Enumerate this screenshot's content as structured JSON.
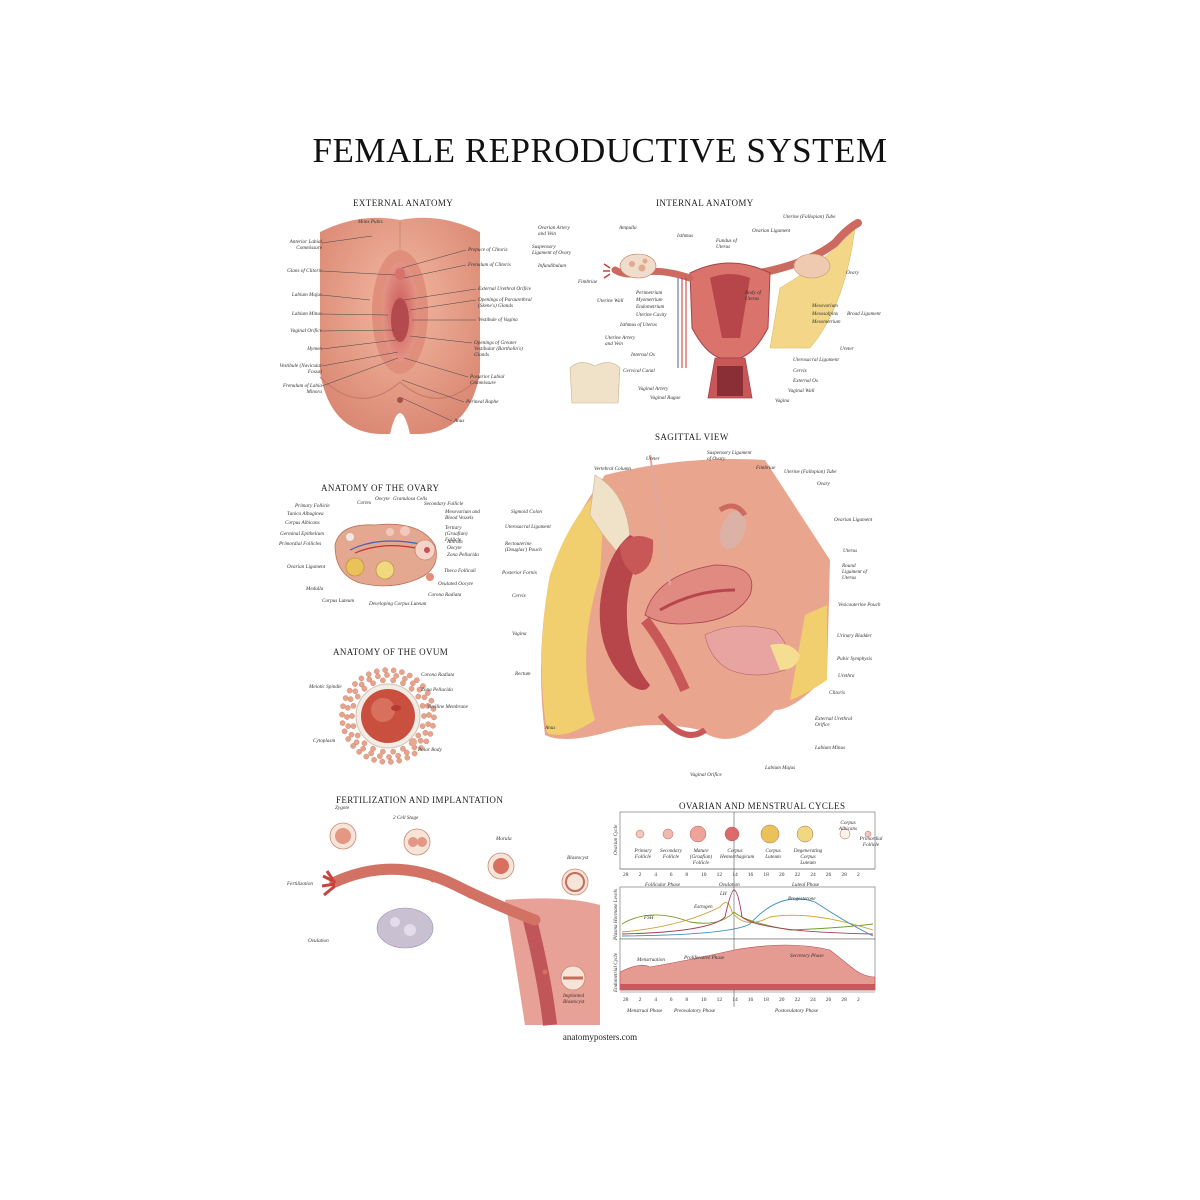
{
  "title": "FEMALE REPRODUCTIVE SYSTEM",
  "footer": "anatomyposters.com",
  "sections": {
    "external": "EXTERNAL ANATOMY",
    "internal": "INTERNAL ANATOMY",
    "sagittal": "SAGITTAL VIEW",
    "ovary": "ANATOMY OF THE OVARY",
    "ovum": "ANATOMY OF THE OVUM",
    "fertilization": "FERTILIZATION AND IMPLANTATION",
    "cycles": "OVARIAN AND MENSTRUAL CYCLES"
  },
  "external_labels": {
    "left": [
      "Anterior Labial Commissure",
      "Glans of Clitoris",
      "Labium Majus",
      "Labium Minus",
      "Vaginal Orifice",
      "Hymen",
      "Vestibule (Navicular Fossa)",
      "Frenulum of Labia Minora"
    ],
    "right": [
      "Prepuce of Clitoris",
      "Frenulum of Clitoris",
      "External Urethral Orifice",
      "Openings of Paraurethral (Skene's) Glands",
      "Vestibule of Vagina",
      "Openings of Greater Vestibular (Bartholin's) Glands",
      "Posterior Labial Commissure",
      "Perineal Raphe",
      "Anus"
    ],
    "top": "Mons Pubis"
  },
  "internal_labels": {
    "left": [
      "Ovarian Artery and Vein",
      "Suspensory Ligament of Ovary",
      "Infundibulum",
      "Fimbriae",
      "Uterine Wall",
      "Isthmus of Uterus",
      "Uterine Artery and Vein",
      "Internal Os",
      "Cervical Canal",
      "Vaginal Artery",
      "Vaginal Rugae"
    ],
    "top": [
      "Ampulla",
      "Isthmus",
      "Fundus of Uterus",
      "Ovarian Ligament",
      "Uterine (Fallopian) Tube"
    ],
    "wall": [
      "Perimetrium",
      "Myometrium",
      "Endometrium",
      "Uterine Cavity"
    ],
    "body": "Body of Uterus",
    "right": [
      "Ovary",
      "Mesovarium",
      "Mesosalpinx",
      "Mesometrium",
      "Broad Ligament",
      "Ureter",
      "Uterosacral Ligament",
      "Cervix",
      "External Os",
      "Vaginal Wall",
      "Vagina"
    ]
  },
  "sagittal_labels": {
    "top": [
      "Vertebral Column",
      "Ureter",
      "Suspensory Ligament of Ovary",
      "Fimbriae",
      "Uterine (Fallopian) Tube",
      "Ovary"
    ],
    "left": [
      "Sigmoid Colon",
      "Uterosacral Ligament",
      "Rectouterine (Douglas') Pouch",
      "Posterior Fornix",
      "Cervix",
      "Vagina",
      "Rectum",
      "Anus"
    ],
    "right": [
      "Ovarian Ligament",
      "Uterus",
      "Round Ligament of Uterus",
      "Vesicouterine Pouch",
      "Urinary Bladder",
      "Pubic Symphysis",
      "Urethra",
      "Clitoris",
      "External Urethral Orifice",
      "Labium Minus",
      "Labium Majus"
    ],
    "bottom": "Vaginal Orifice"
  },
  "ovary_labels": {
    "left": [
      "Primary Follicle",
      "Tunica Albuginea",
      "Corpus Albicans",
      "Germinal Epithelium",
      "Primordial Follicles",
      "Ovarian Ligament",
      "Medulla",
      "Corpus Luteum"
    ],
    "top": [
      "Cortex",
      "Oocyte",
      "Granulosa Cells"
    ],
    "right": [
      "Secondary Follicle",
      "Mesovarium and Blood Vessels",
      "Tertiary (Graafian) Follicle",
      "Antrum",
      "Oocyte",
      "Zona Pellucida",
      "Theca Folliculi",
      "Ovulated Oocyte",
      "Corona Radiata"
    ],
    "bottom": "Developing Corpus Luteum"
  },
  "ovum_labels": {
    "left": [
      "Meiotic Spindle",
      "Cytoplasm"
    ],
    "right": [
      "Corona Radiata",
      "Zona Pellucida",
      "Vitelline Membrane",
      "Polar Body"
    ]
  },
  "fert_labels": [
    "Zygote",
    "2 Cell Stage",
    "Morula",
    "Blastocyst",
    "Fertilization",
    "Ovulation",
    "Implanted Blastocyst"
  ],
  "cycles": {
    "ovarian_axis": "Ovarian Cycle",
    "follicles": [
      "Primary Follicle",
      "Secondary Follicle",
      "Mature (Graafian) Follicle",
      "Corpus Hemorrhagicum",
      "Corpus Luteum",
      "Degenerating Corpus Luteum",
      "Corpus Albicans",
      "Primordial Follicle"
    ],
    "days": [
      "28",
      "2",
      "4",
      "6",
      "8",
      "10",
      "12",
      "14",
      "16",
      "18",
      "20",
      "22",
      "24",
      "26",
      "28",
      "2"
    ],
    "phases_top": [
      "Follicular Phase",
      "Ovulation",
      "Luteal Phase"
    ],
    "hormone_axis": "Plasma Hormone Levels",
    "hormones": [
      "FSH",
      "Estrogen",
      "LH",
      "Progesterone"
    ],
    "endo_axis": "Endometrial Cycle",
    "endo_phases": [
      "Menstruation",
      "Proliferative Phase",
      "Secretory Phase"
    ],
    "days_bottom": [
      "28",
      "2",
      "4",
      "6",
      "8",
      "10",
      "12",
      "14",
      "16",
      "18",
      "20",
      "22",
      "24",
      "26",
      "28",
      "2"
    ],
    "phases_bottom": [
      "Menstrual Phase",
      "Preovulatory Phase",
      "Postovulatory Phase"
    ]
  },
  "colors": {
    "skin": "#e9a58e",
    "tissue": "#d9736b",
    "dark_tissue": "#b7464a",
    "fat": "#f2cf6e",
    "broad_ligament": "#f3d688",
    "bone": "#efe2c8",
    "vessel_red": "#c8322e",
    "vessel_blue": "#4b5fae",
    "fsh": "#7a9b2a",
    "estrogen": "#c9a030",
    "lh": "#a0405a",
    "progesterone": "#3c8fc0"
  }
}
